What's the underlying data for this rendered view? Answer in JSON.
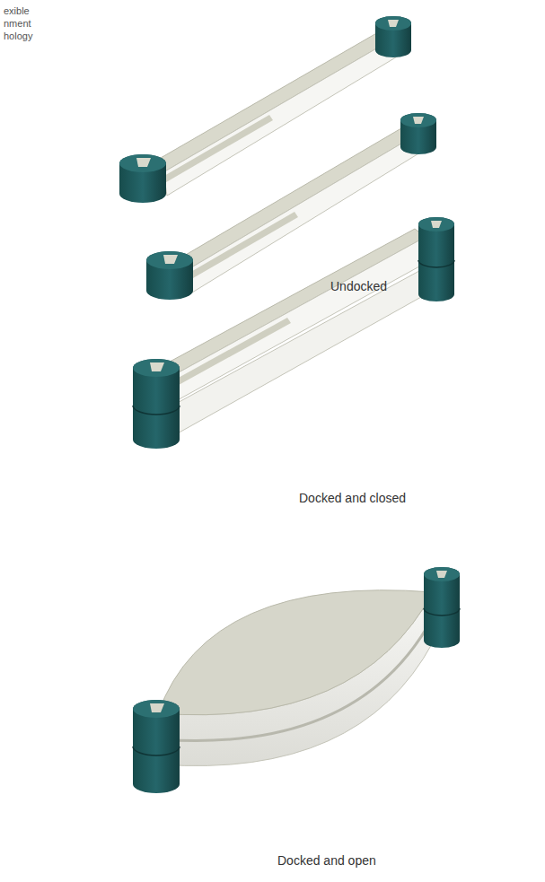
{
  "diagram": {
    "labels": [
      "exible",
      "nment",
      "hology",
      "Undocked",
      "Docked and closed",
      "Docked and open"
    ]
  }
}
